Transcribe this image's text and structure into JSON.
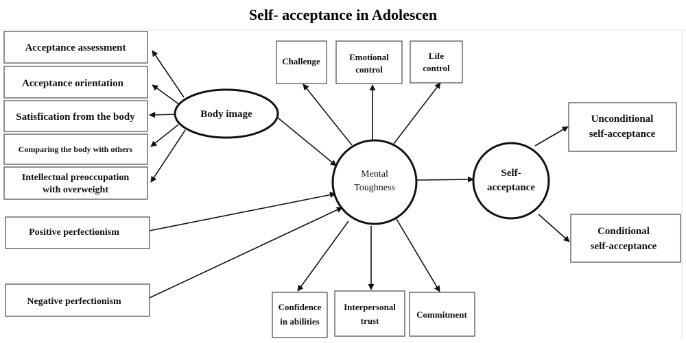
{
  "title": "Self- acceptance in Adolescen",
  "nodes": {
    "body_image": "Body image",
    "mental_toughness": [
      "Mental",
      "Toughness"
    ],
    "self_acceptance": [
      "Self-",
      "acceptance"
    ]
  },
  "body_image_items": {
    "acceptance_assessment": "Acceptance assessment",
    "acceptance_orientation": "Acceptance orientation",
    "satisfication_from_body": "Satisfication from the body",
    "comparing_body": "Comparing the body with others",
    "intellectual_preoccupation": [
      "Intellectual preoccupation",
      "with overweight"
    ]
  },
  "perfectionism": {
    "positive": "Positive perfectionism",
    "negative": "Negative perfectionism"
  },
  "mental_toughness_top": {
    "challenge": "Challenge",
    "emotional_control": [
      "Emotional",
      "control"
    ],
    "life_control": [
      "Life",
      "control"
    ]
  },
  "mental_toughness_bottom": {
    "confidence": [
      "Confidence",
      "in abilities"
    ],
    "interpersonal_trust": [
      "Interpersonal",
      "trust"
    ],
    "commitment": "Commitment"
  },
  "self_acceptance_items": {
    "unconditional": [
      "Unconditional",
      "self-acceptance"
    ],
    "conditional": [
      "Conditional",
      "self-acceptance"
    ]
  },
  "colors": {
    "stroke": "#111111",
    "box_border": "#555555",
    "background": "#ffffff"
  }
}
